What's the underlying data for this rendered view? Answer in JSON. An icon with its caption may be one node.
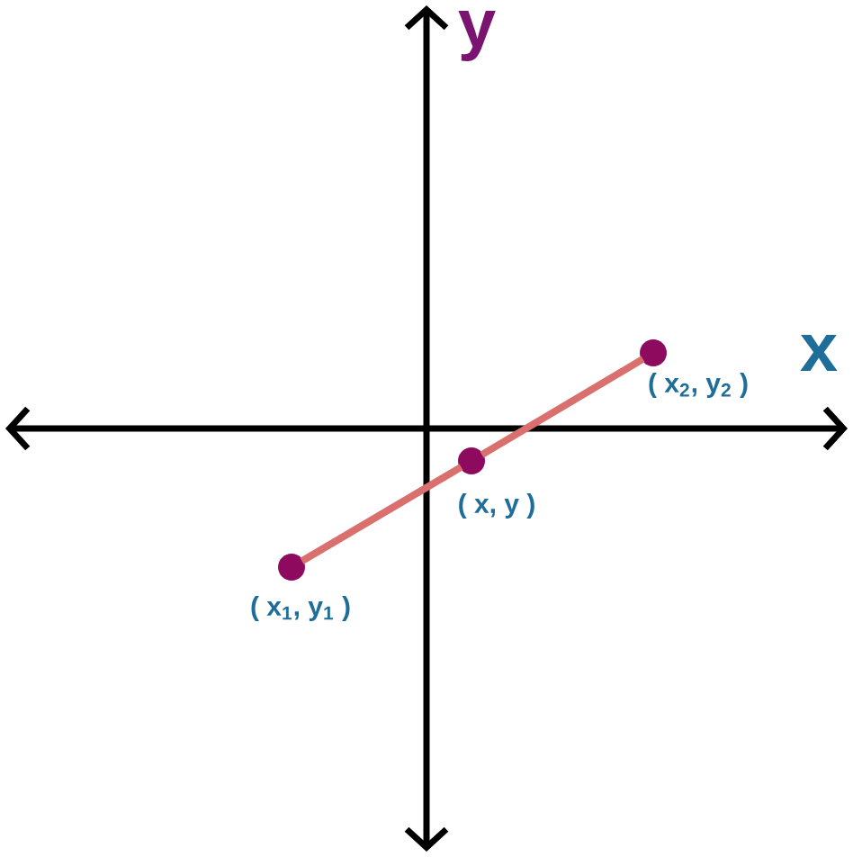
{
  "diagram": {
    "nodes": [
      {
        "text": [],
        "shape": "circle",
        "beside": [
          "( x$_{1}$, y$_{1}$ )"
        ]
      },
      {
        "text": [],
        "shape": "circle",
        "beside": [
          "( x, y )"
        ]
      },
      {
        "text": [],
        "shape": "circle",
        "beside": [
          "( x$_{2}$, y$_{2}$ )"
        ]
      }
    ],
    "edges": [
      {
        "from": 0,
        "to": 1,
        "arrow": "none"
      },
      {
        "from": 1,
        "to": 2,
        "arrow": "none"
      }
    ],
    "labels": [
      "y",
      "x"
    ]
  }
}
